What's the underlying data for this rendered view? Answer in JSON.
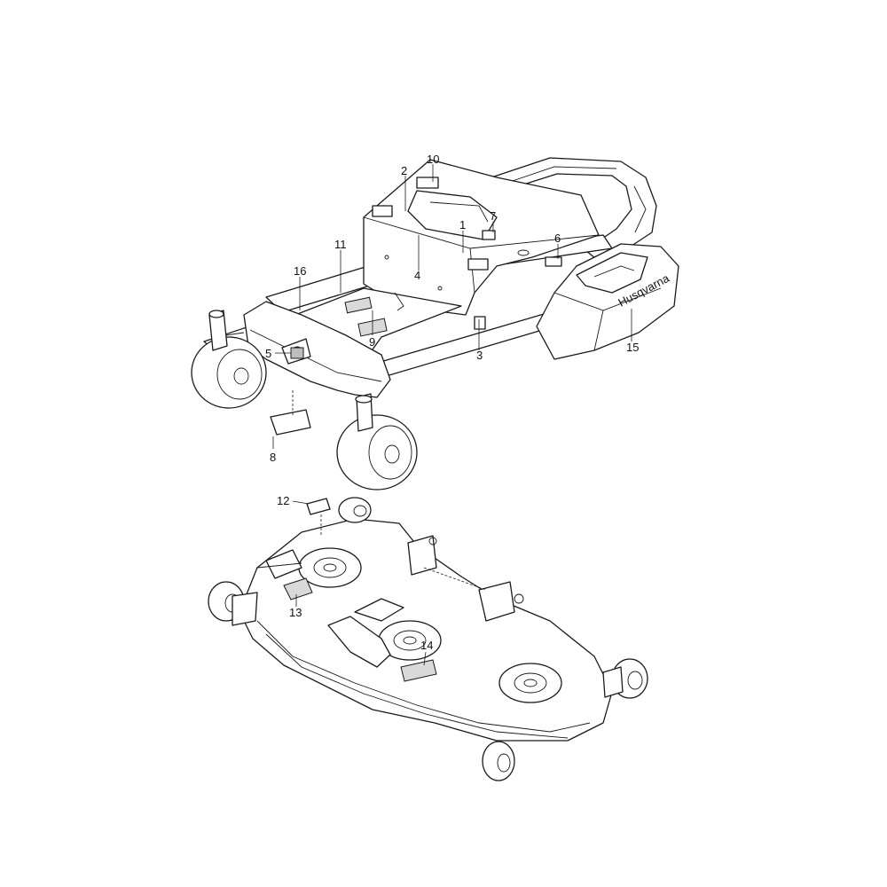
{
  "diagram": {
    "title": "",
    "callouts": [
      {
        "id": "c1",
        "label": "1"
      },
      {
        "id": "c2",
        "label": "2"
      },
      {
        "id": "c3",
        "label": "3"
      },
      {
        "id": "c4",
        "label": "4"
      },
      {
        "id": "c5",
        "label": "5"
      },
      {
        "id": "c6",
        "label": "6"
      },
      {
        "id": "c7",
        "label": "7"
      },
      {
        "id": "c8",
        "label": "8"
      },
      {
        "id": "c9",
        "label": "9"
      },
      {
        "id": "c10",
        "label": "10"
      },
      {
        "id": "c11",
        "label": "11"
      },
      {
        "id": "c12",
        "label": "12"
      },
      {
        "id": "c13",
        "label": "13"
      },
      {
        "id": "c14",
        "label": "14"
      },
      {
        "id": "c15",
        "label": "15"
      },
      {
        "id": "c16",
        "label": "16"
      }
    ],
    "brand_mark": "Husqvarna"
  }
}
